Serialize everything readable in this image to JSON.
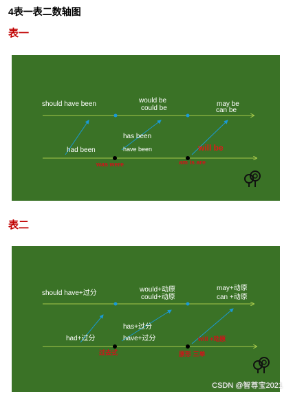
{
  "page": {
    "heading": "4表一表二数轴图",
    "watermark": "CSDN @智尊宝2021"
  },
  "table1": {
    "title": "表一",
    "labels": {
      "should_have_been": "should have been",
      "would_be": "would be",
      "could_be": "could be",
      "may_be": "may be",
      "can_be": "can be",
      "has_been": "has been",
      "had_been": "had been",
      "have_been": "have been",
      "was_were": "was were",
      "am_is_are": "am is are",
      "will_be": "will be"
    }
  },
  "table2": {
    "title": "表二",
    "labels": {
      "should_have_pp": "should have+过分",
      "would_v": "would+动原",
      "could_v": "could+动原",
      "may_v": "may+动原",
      "can_v": "can +动原",
      "has_pp": "has+过分",
      "had_pp": "had+过分",
      "have_pp": "have+过分",
      "past_tense": "过去式",
      "present_3sg": "原形 三单",
      "will_v": "will +动原"
    }
  },
  "colors": {
    "board": "#3a7226",
    "axis": "#a6c84a",
    "arrow": "#1a9ad6",
    "red_text": "#d1121a",
    "title_red": "#c00000"
  }
}
